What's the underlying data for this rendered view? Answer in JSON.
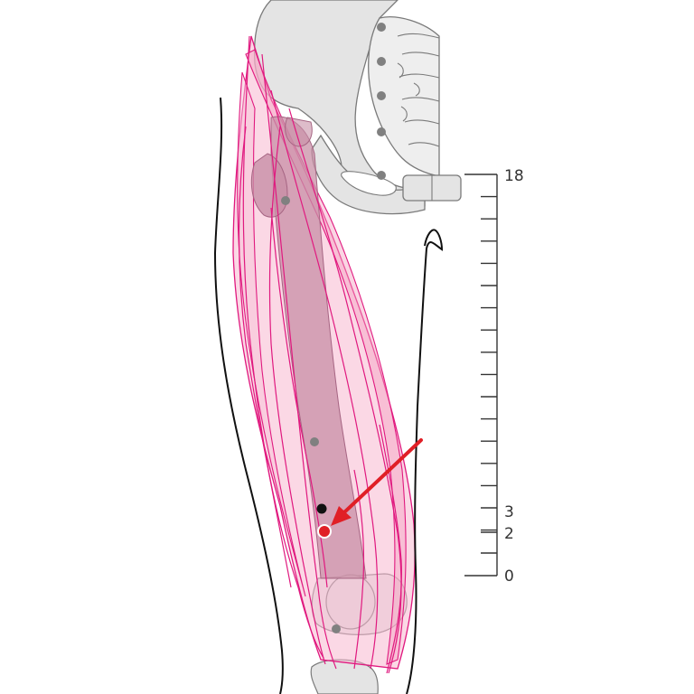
{
  "scale": {
    "labels": {
      "top": "18",
      "p3": "3",
      "p2": "2",
      "bottom": "0"
    }
  },
  "colors": {
    "muscle_fill": "#f7b8d0",
    "muscle_line": "#e0197f",
    "bone_fill": "#e4e4e4",
    "bone_line": "#7a7a7a",
    "femur_fill": "#c88fa6",
    "outline": "#111111",
    "point_gray": "#808080",
    "point_black": "#111111",
    "point_red": "#e01f26",
    "arrow": "#e01f26"
  },
  "points": {
    "highlighted": "target-point",
    "reference": "reference-point"
  }
}
